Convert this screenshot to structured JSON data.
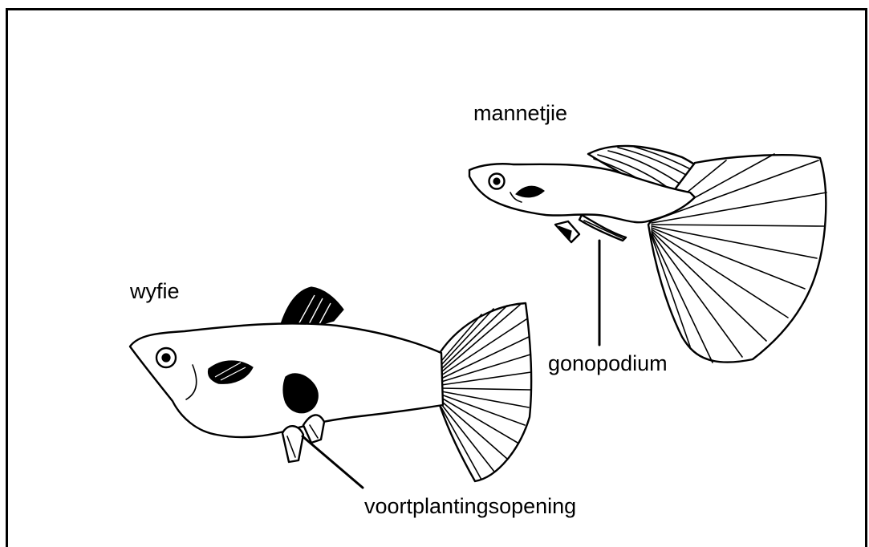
{
  "labels": {
    "male": "mannetjie",
    "female": "wyfie",
    "gonopodium": "gonopodium",
    "genital_opening": "voortplantingsopening"
  }
}
